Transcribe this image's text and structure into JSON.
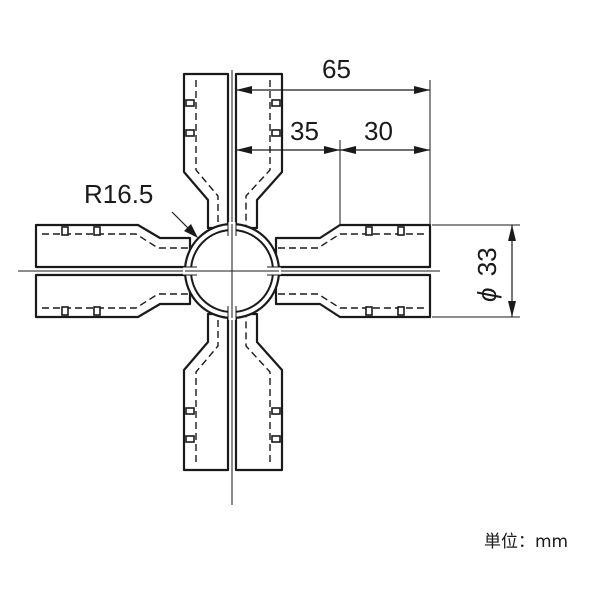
{
  "diagram": {
    "dimensions": {
      "overall_length": "65",
      "inner_length": "35",
      "outer_length": "30",
      "radius": "R16.5",
      "diameter_symbol": "ϕ",
      "diameter_value": "33"
    },
    "unit_label": "単位：mm"
  }
}
